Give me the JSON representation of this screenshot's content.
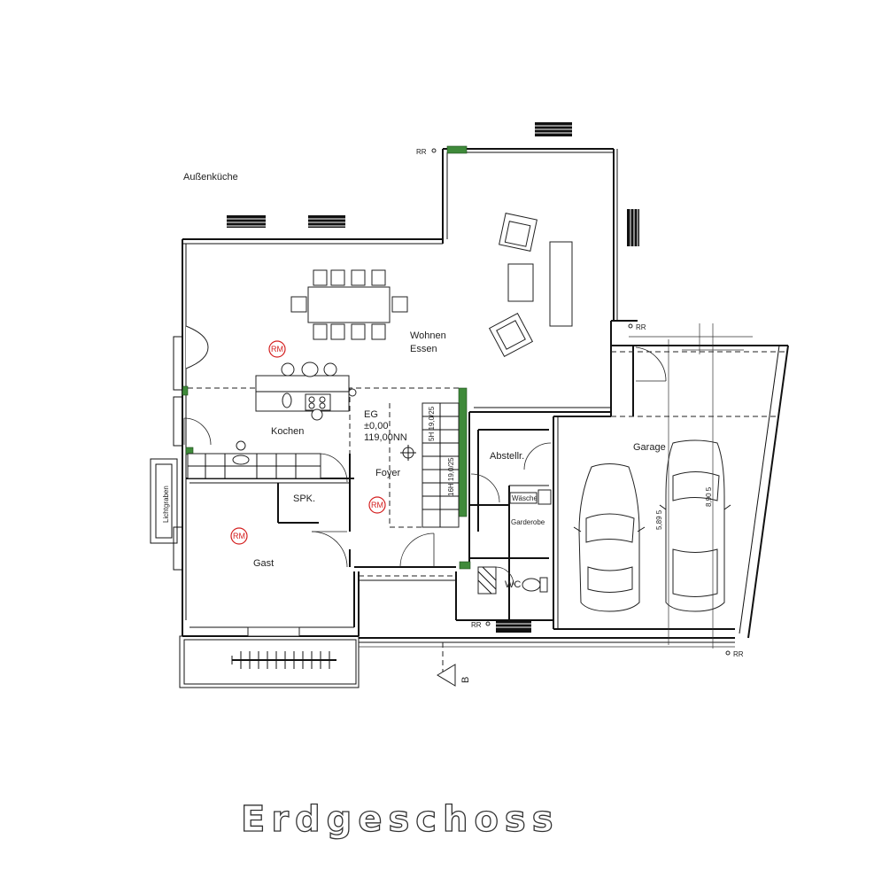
{
  "plan": {
    "title": "Erdgeschoss",
    "rooms": {
      "aussenkueche": "Außenküche",
      "wohnen": "Wohnen",
      "essen": "Essen",
      "kochen": "Kochen",
      "foyer": "Foyer",
      "abstellr": "Abstellr.",
      "garage": "Garage",
      "spk": "SPK.",
      "gast": "Gast",
      "wc": "WC",
      "waesche": "Wäsche",
      "garderobe": "Garderobe",
      "lichtgraben": "Lichtgraben"
    },
    "level": {
      "name": "EG",
      "relative": "±0,00",
      "absolute": "119,00NN"
    },
    "markers": {
      "rm": "RM",
      "rr": "RR",
      "section": "B"
    },
    "stair": {
      "upper": "5H 19,0/25",
      "lower": "16H 19,0/25"
    },
    "garage_dims": {
      "a": "5,89 5",
      "b": "8,90 5"
    },
    "colors": {
      "wall": "#111111",
      "green_wall": "#3f8a3a",
      "rm_marker": "#d42020"
    }
  }
}
